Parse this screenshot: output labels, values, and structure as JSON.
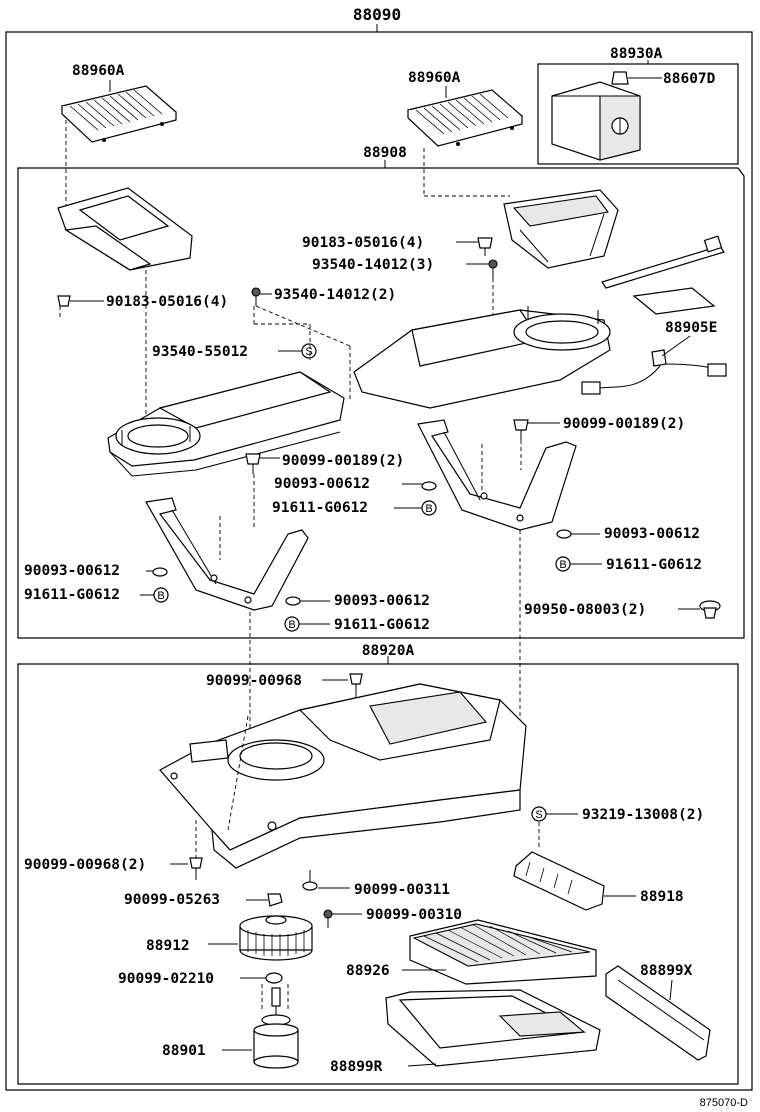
{
  "diagram": {
    "assembly_number": "88090",
    "upper_group_label": "88908",
    "lower_group_label": "88920A",
    "footer_code": "875070-D"
  },
  "parts": {
    "filter_left": "88960A",
    "filter_right": "88960A",
    "sensor_assy": "88930A",
    "sensor_bulb": "88607D",
    "screw_a_right": "90183-05016(4)",
    "screw_b_right": "93540-14012(3)",
    "screw_a_left": "90183-05016(4)",
    "screw_b_left": "93540-14012(2)",
    "harness": "88905E",
    "clip_s": "93540-55012",
    "bolt_right": "90099-00189(2)",
    "bolt_left": "90099-00189(2)",
    "washer_mid": "90093-00612",
    "nut_mid": "91611-G0612",
    "washer_right": "90093-00612",
    "nut_right": "91611-G0612",
    "washer_left": "90093-00612",
    "nut_left": "91611-G0612",
    "washer_bottom": "90093-00612",
    "nut_bottom": "91611-G0612",
    "grommet": "90950-08003(2)",
    "screw_top": "90099-00968",
    "clip_lower": "93219-13008(2)",
    "screw_lower_left": "90099-00968(2)",
    "damper": "88918",
    "screw_c": "90099-00311",
    "nut_fan": "90099-05263",
    "screw_d": "90099-00310",
    "fan": "88912",
    "filter_element": "88926",
    "filter_cover": "88899X",
    "washer_fan": "90099-02210",
    "motor": "88901",
    "filter_case": "88899R"
  },
  "markers": {
    "s": "S",
    "b": "B"
  }
}
